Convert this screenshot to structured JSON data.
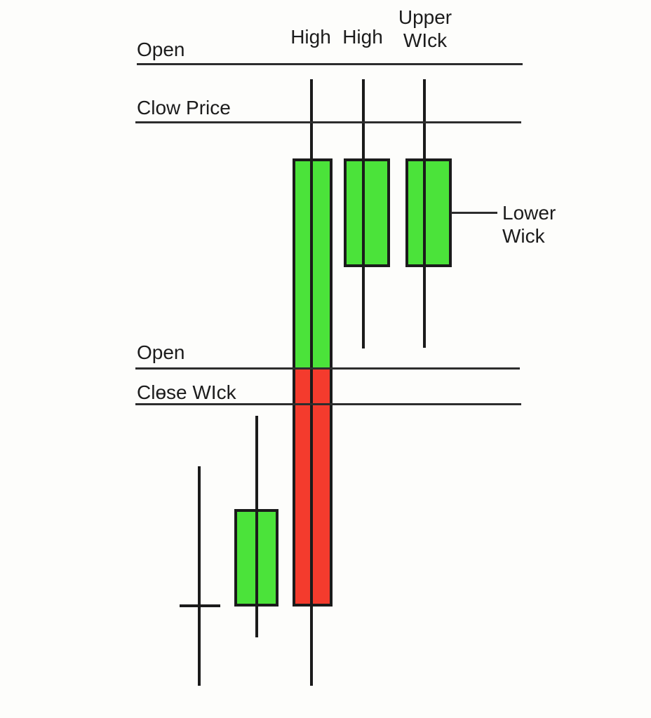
{
  "title": "Candlestick chart anatomy diagram",
  "colors": {
    "bullish_body": "#4BE33A",
    "bearish_body": "#F43B2D",
    "outline": "#1b1b1b",
    "grid_line": "#2d2d2d",
    "text": "#1c1c1c",
    "background": "#fdfdfb"
  },
  "labels": {
    "open_top": "Open",
    "high_left": "High",
    "high_right": "High",
    "upper_wick_line1": "Upper",
    "upper_wick_line2": "WIck",
    "clow_price": "Clow Price",
    "open_mid": "Open",
    "close_wick": "Clɵse WIck",
    "lower_wick_line1": "Lower",
    "lower_wick_line2": "Wick"
  },
  "figure": {
    "type": "candlestick-diagram",
    "price_levels": [
      "Open",
      "Clow Price",
      "Open",
      "Clɵse WIck"
    ],
    "candles": [
      {
        "id": "doji-cross",
        "body": "none",
        "wick": "long-vertical-with-cross-tick"
      },
      {
        "id": "small-bullish",
        "body": "green",
        "wick": "upper-and-lower"
      },
      {
        "id": "tall-two-tone",
        "body": "green-over-red",
        "wick": "upper-and-lower",
        "note": "green above mid Open line, red below"
      },
      {
        "id": "bullish-middle",
        "body": "green",
        "wick": "upper-and-lower"
      },
      {
        "id": "bullish-right",
        "body": "green",
        "wick": "upper-and-lower",
        "callout": "Lower Wick"
      }
    ]
  }
}
